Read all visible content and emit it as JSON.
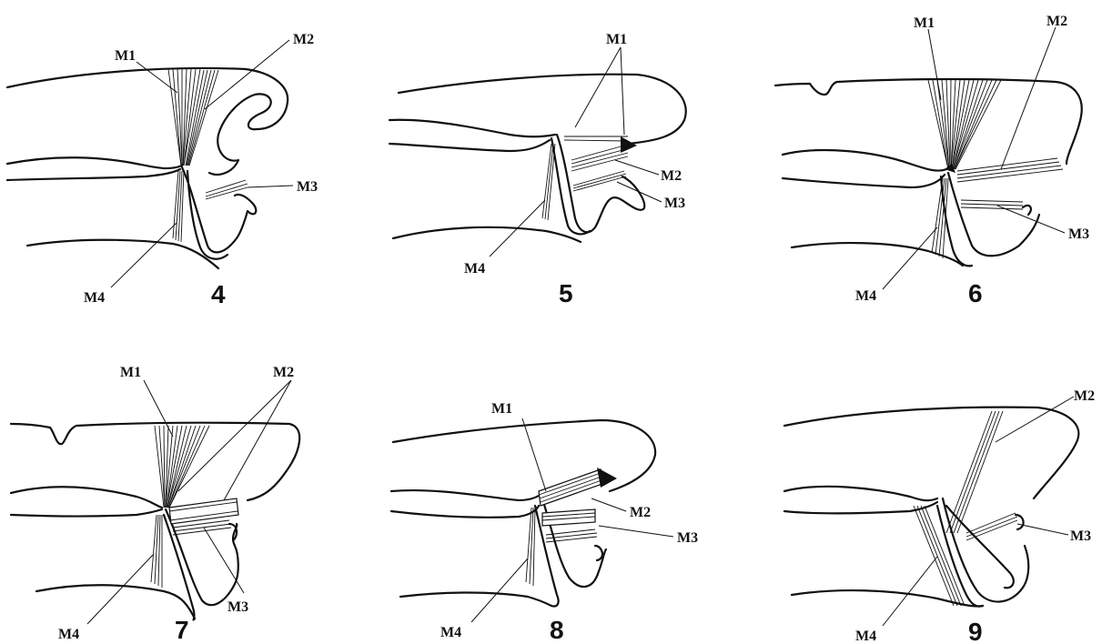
{
  "panels": [
    {
      "number": "4",
      "labels": {
        "m1": "M1",
        "m2": "M2",
        "m3": "M3",
        "m4": "M4"
      }
    },
    {
      "number": "5",
      "labels": {
        "m1": "M1",
        "m2": "M2",
        "m3": "M3",
        "m4": "M4"
      }
    },
    {
      "number": "6",
      "labels": {
        "m1": "M1",
        "m2": "M2",
        "m3": "M3",
        "m4": "M4"
      }
    },
    {
      "number": "7",
      "labels": {
        "m1": "M1",
        "m2": "M2",
        "m3": "M3",
        "m4": "M4"
      }
    },
    {
      "number": "8",
      "labels": {
        "m1": "M1",
        "m2": "M2",
        "m3": "M3",
        "m4": "M4"
      }
    },
    {
      "number": "9",
      "labels": {
        "m2": "M2",
        "m3": "M3",
        "m4": "M4"
      }
    }
  ]
}
